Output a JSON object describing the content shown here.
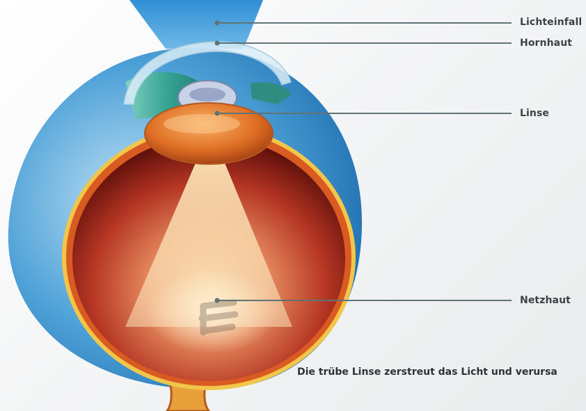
{
  "labels": {
    "light": "Lichteinfall",
    "cornea": "Hornhaut",
    "lens": "Linse",
    "retina": "Netzhaut"
  },
  "caption": "Die trübe Linse zerstreut das Licht und verursa",
  "colors": {
    "leader_line": "#5f7376",
    "label_text": "#3a4347",
    "sclera_blue": "#2d86c6",
    "retina_red": "#b83420",
    "lens_orange": "#e07a28",
    "iris_green": "#3aa79c"
  }
}
